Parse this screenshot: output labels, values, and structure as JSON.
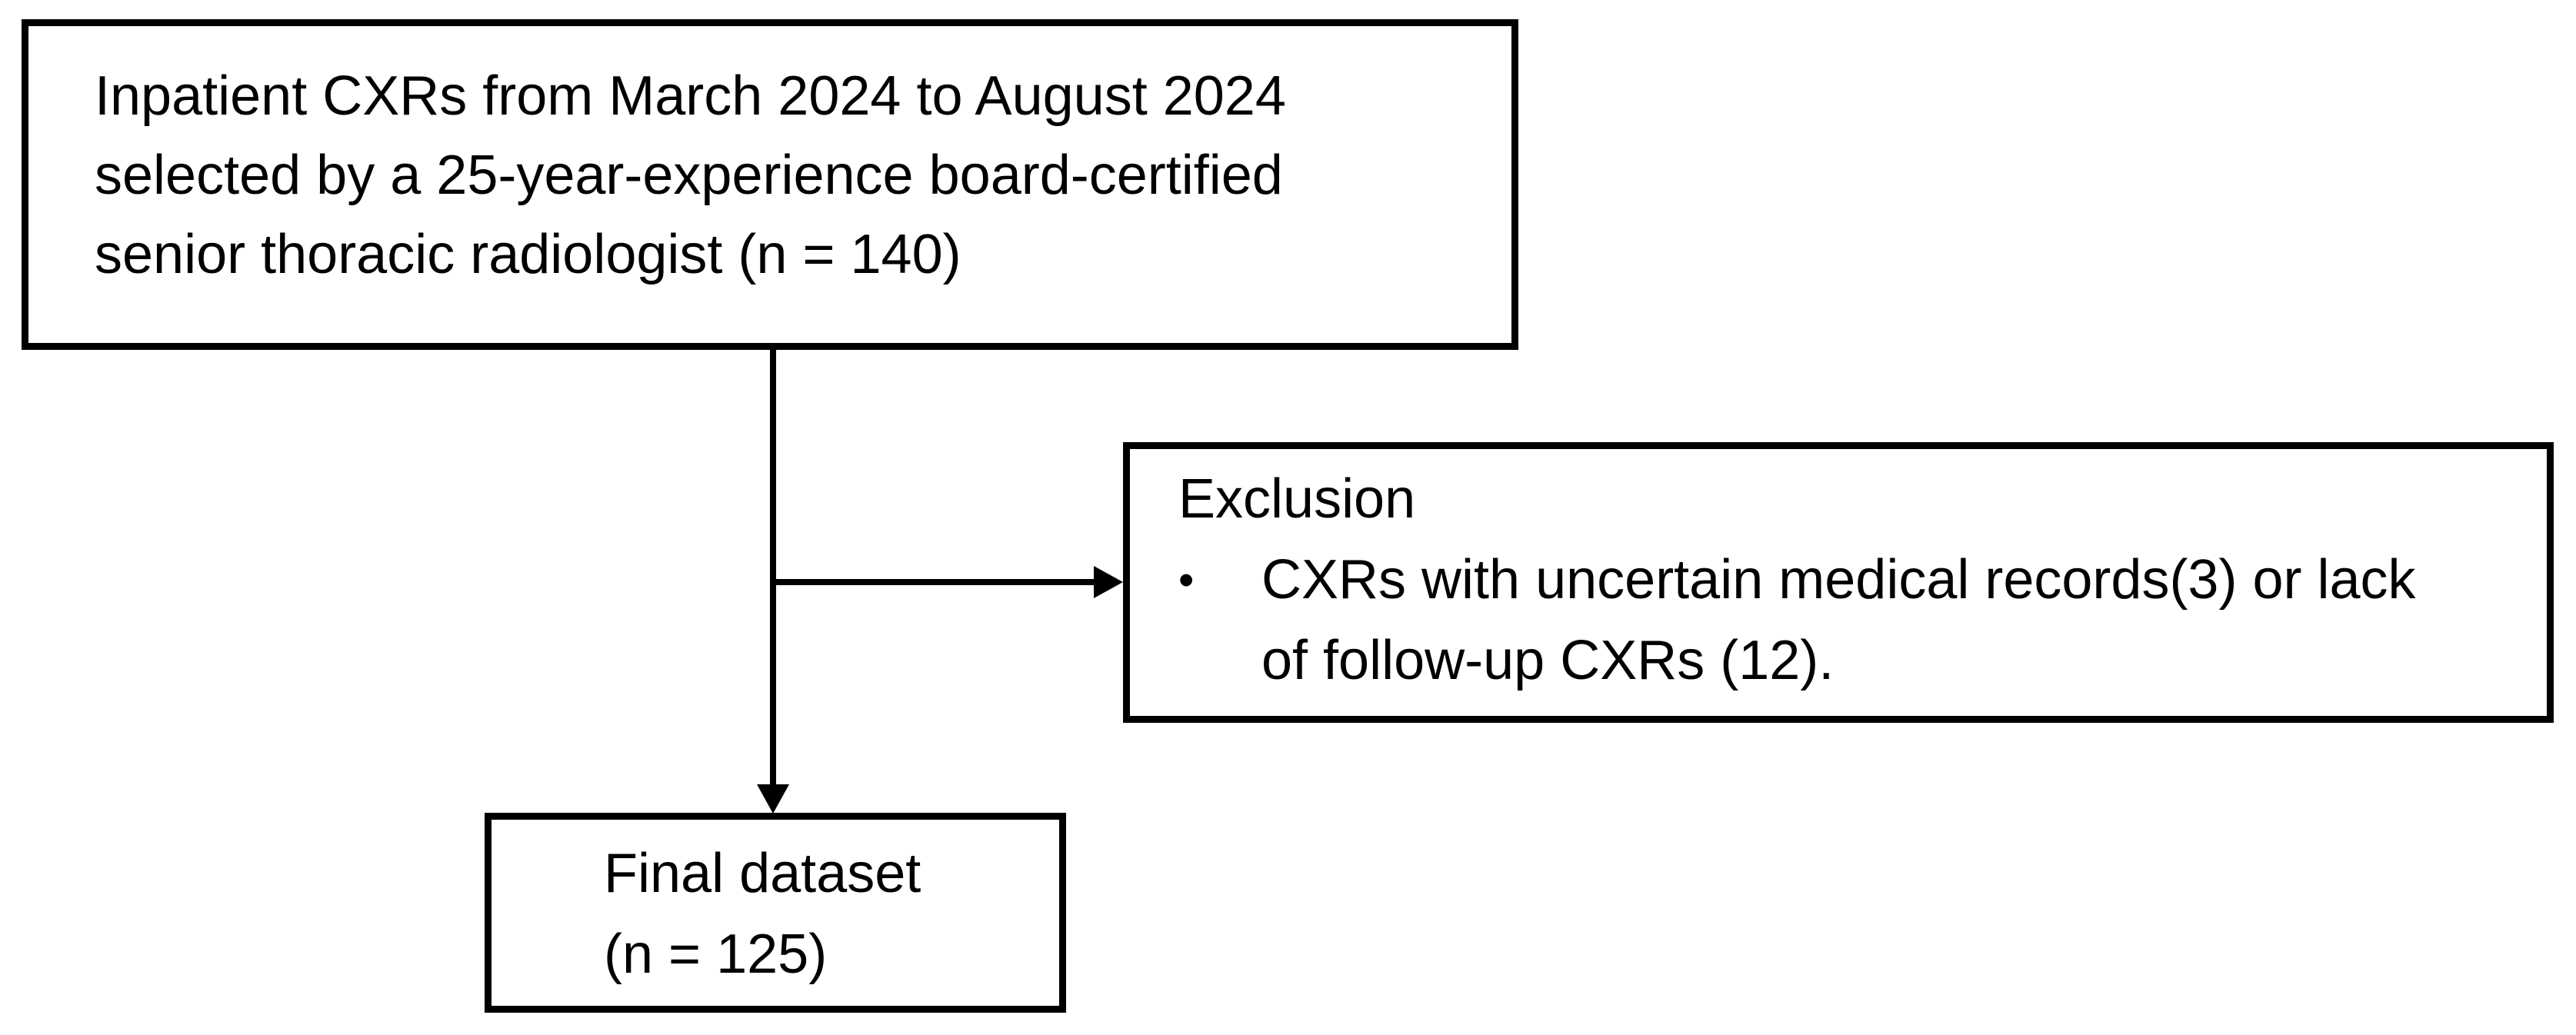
{
  "figure": {
    "type": "flow-diagram",
    "background_color": "#ffffff",
    "ink_color": "#000000"
  },
  "source_box": {
    "lines": [
      "Inpatient CXRs from March 2024 to August 2024",
      "selected by a 25-year-experience board-certified",
      "senior thoracic radiologist (n = 140)"
    ],
    "n": 140
  },
  "exclusion_box": {
    "title": "Exclusion",
    "bullet_glyph": "•",
    "item_lines": [
      "CXRs with uncertain medical records(3) or lack",
      "of follow-up CXRs (12)."
    ],
    "excluded_uncertain_records": 3,
    "excluded_no_followup": 12
  },
  "final_box": {
    "lines": [
      "Final dataset",
      "(n = 125)"
    ],
    "n": 125
  }
}
